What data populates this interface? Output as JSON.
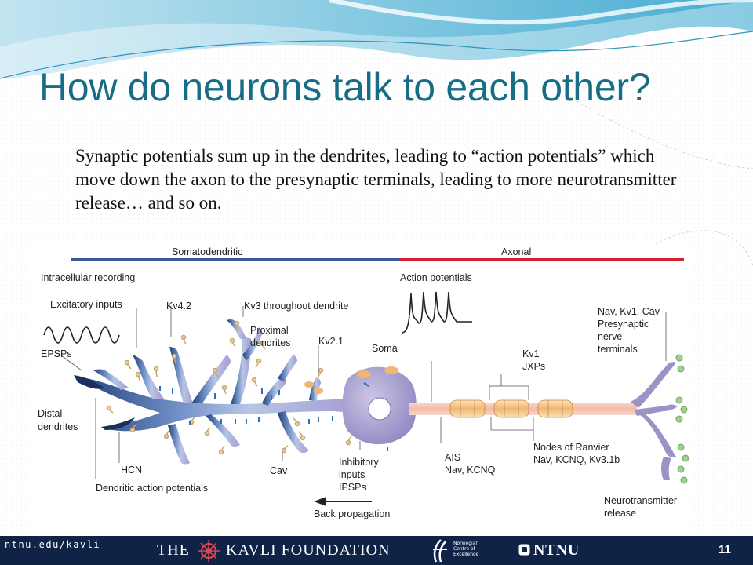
{
  "slide": {
    "title": "How do neurons talk to each other?",
    "body": "Synaptic potentials sum up in the dendrites, leading to “action potentials” which move down the axon to the presynaptic terminals, leading to more neurotransmitter release… and so on.",
    "page_number": "11"
  },
  "diagram": {
    "header_left": "Somatodendritic",
    "header_right": "Axonal",
    "labels": {
      "intracellular_recording": "Intracellular recording",
      "excitatory_inputs": "Excitatory inputs",
      "kv42": "Kv4.2",
      "kv3": "Kv3 throughout dendrite",
      "proximal_1": "Proximal",
      "proximal_2": "dendrites",
      "kv21": "Kv2.1",
      "soma": "Soma",
      "action_potentials": "Action potentials",
      "epsps": "EPSPs",
      "distal_1": "Distal",
      "distal_2": "dendrites",
      "hcn": "HCN",
      "dendritic_ap": "Dendritic action potentials",
      "cav": "Cav",
      "inhibitory_1": "Inhibitory",
      "inhibitory_2": "inputs",
      "inhibitory_3": "IPSPs",
      "back_propagation": "Back propagation",
      "ais_1": "AIS",
      "ais_2": "Nav, KCNQ",
      "kv1_1": "Kv1",
      "kv1_2": "JXPs",
      "nodes_1": "Nodes of Ranvier",
      "nodes_2": "Nav, KCNQ, Kv3.1b",
      "terminals_1": "Nav, Kv1, Cav",
      "terminals_2": "Presynaptic",
      "terminals_3": "nerve",
      "terminals_4": "terminals",
      "release_1": "Neurotransmitter",
      "release_2": "release"
    },
    "colors": {
      "somatodendritic": "#3b5a94",
      "axonal": "#d32231",
      "neuron_body": "#9a93c6",
      "myelin": "#f2c183",
      "vesicle": "#9fd08e"
    }
  },
  "footer": {
    "url": "ntnu.edu/kavli",
    "kavli_the": "THE",
    "kavli_name": "KAVLI FOUNDATION",
    "nce": "Norwegian Centre of Excellence",
    "ntnu": "NTNU"
  }
}
